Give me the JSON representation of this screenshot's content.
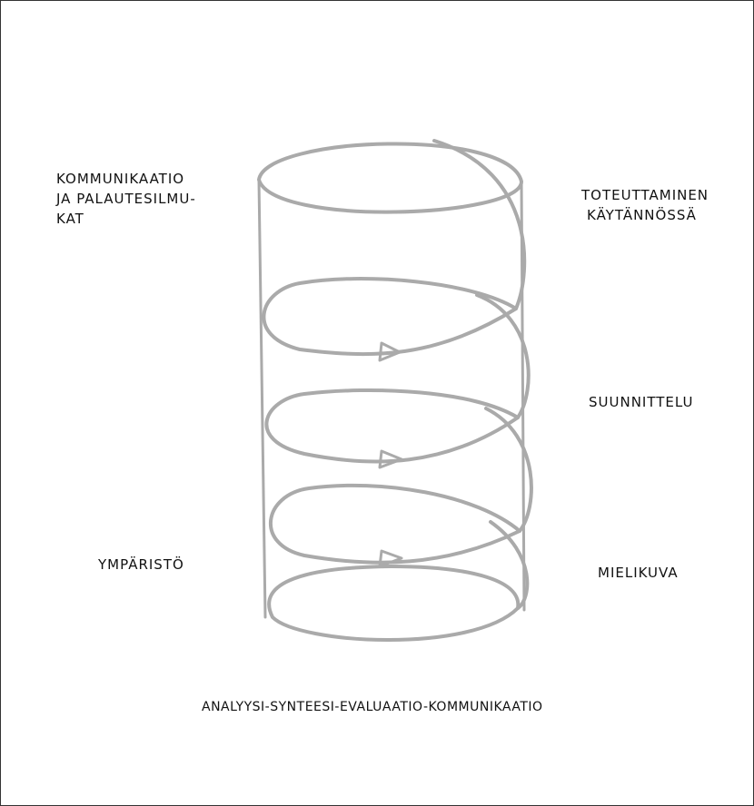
{
  "labels": {
    "top_left": [
      "KOMMUNIKAATIO",
      "JA PALAUTESILMU-",
      "KAT"
    ],
    "top_right": [
      "TOTEUTTAMINEN",
      "KÄYTÄNNÖSSÄ"
    ],
    "middle_right": "SUUNNITTELU",
    "bottom_right": "MIELIKUVA",
    "bottom_left": "YMPÄRISTÖ",
    "bottom_caption": "ANALYYSI-SYNTEESI-EVALUAATIO-KOMMUNIKAATIO"
  },
  "colors": {
    "ink": "#111111",
    "drawing": "#aaaaaa",
    "border": "#333333",
    "background": "#ffffff"
  }
}
